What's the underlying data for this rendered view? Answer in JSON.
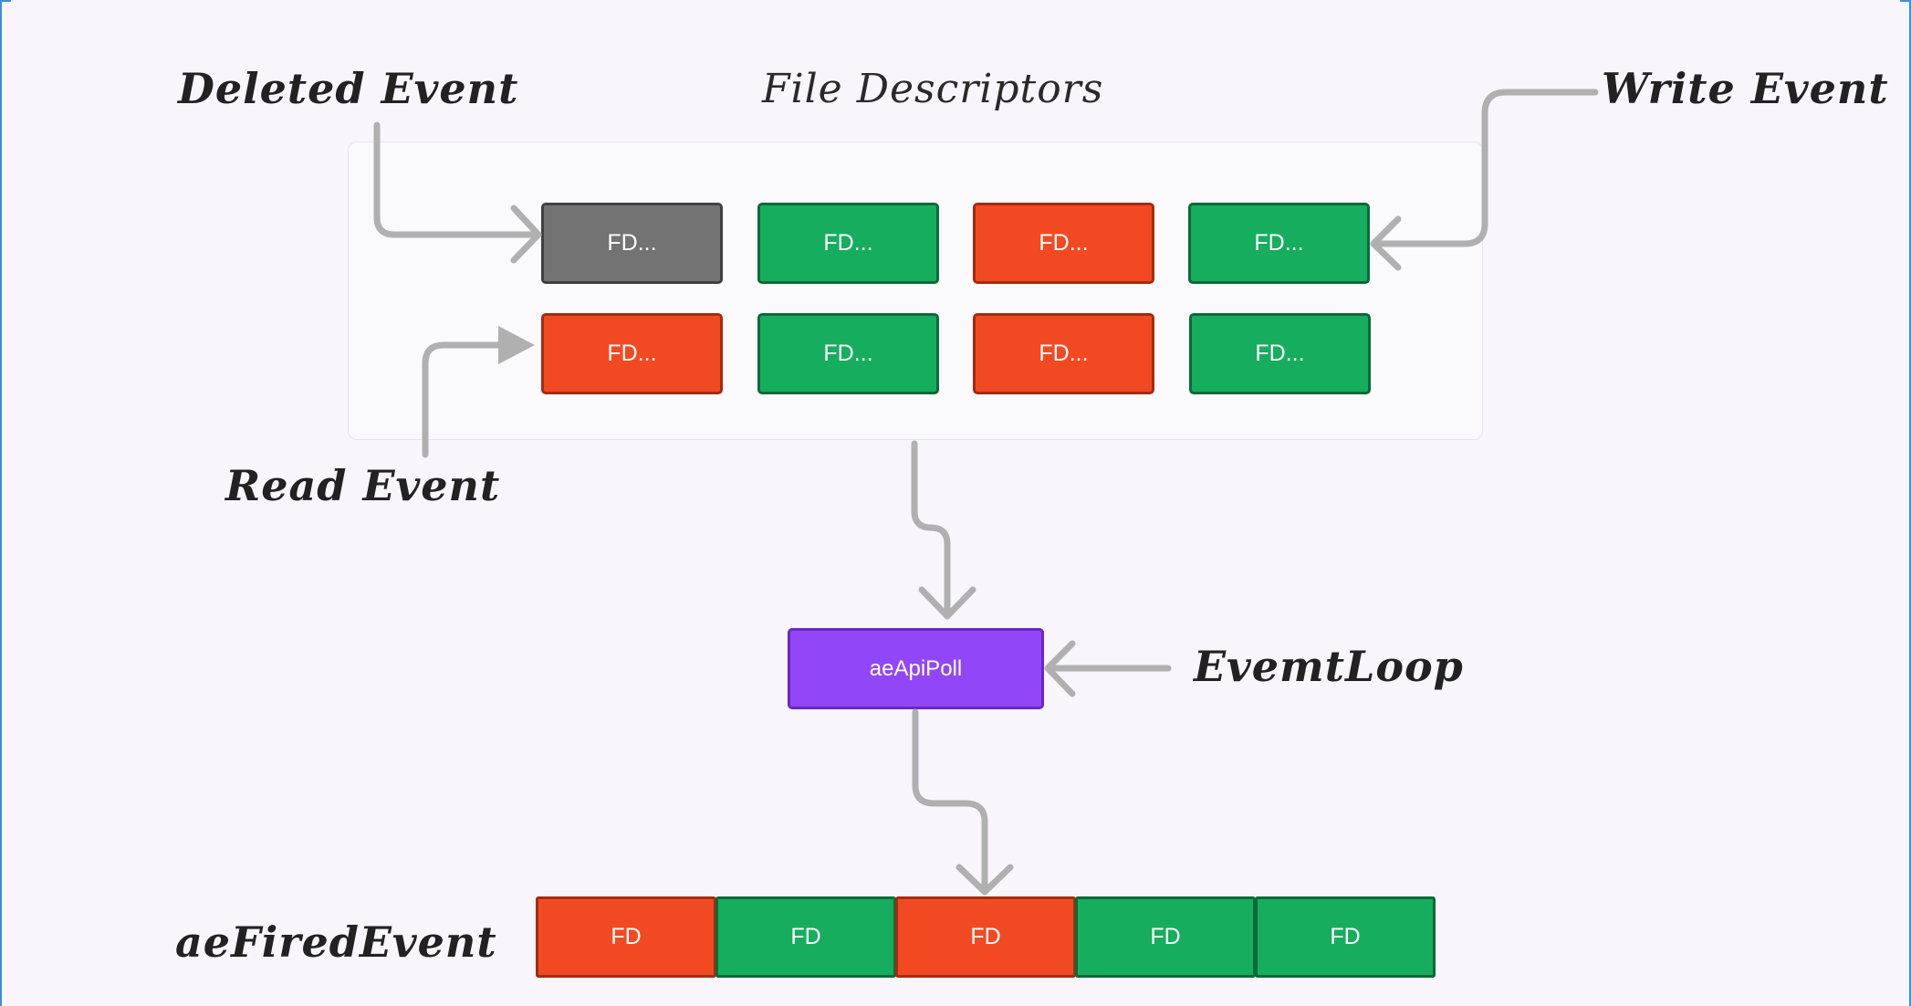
{
  "labels": {
    "deleted_event": "Deleted Event",
    "file_descriptors": "File Descriptors",
    "write_event": "Write Event",
    "read_event": "Read Event",
    "event_loop": "EvemtLoop",
    "fired_event": "aeFiredEvent"
  },
  "fd_row1": [
    {
      "label": "FD...",
      "color": "#737373"
    },
    {
      "label": "FD...",
      "color": "#17ad5e"
    },
    {
      "label": "FD...",
      "color": "#f14a22"
    },
    {
      "label": "FD...",
      "color": "#17ad5e"
    }
  ],
  "fd_row2": [
    {
      "label": "FD...",
      "color": "#f14a22"
    },
    {
      "label": "FD...",
      "color": "#17ad5e"
    },
    {
      "label": "FD...",
      "color": "#f14a22"
    },
    {
      "label": "FD...",
      "color": "#17ad5e"
    }
  ],
  "poll": {
    "label": "aeApiPoll",
    "color": "#9147f7"
  },
  "fired": [
    {
      "label": "FD",
      "color": "#f14a22"
    },
    {
      "label": "FD",
      "color": "#17ad5e"
    },
    {
      "label": "FD",
      "color": "#f14a22"
    },
    {
      "label": "FD",
      "color": "#17ad5e"
    },
    {
      "label": "FD",
      "color": "#17ad5e"
    }
  ],
  "colors": {
    "fd_active": "#17ad5e",
    "fd_read": "#f14a22",
    "fd_deleted": "#737373",
    "poll": "#9147f7",
    "arrow": "#b0b0b0"
  }
}
